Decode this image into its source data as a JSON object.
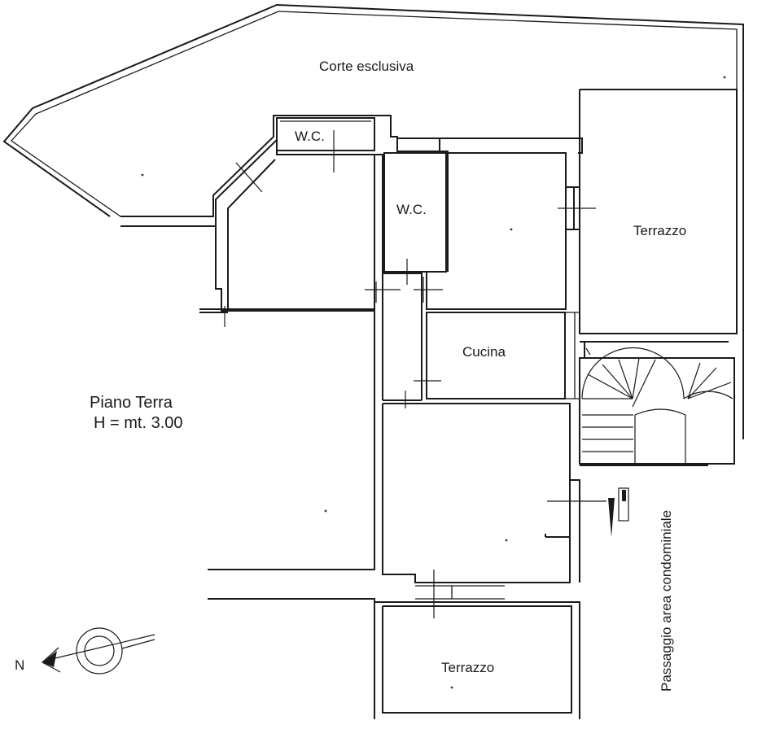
{
  "plan": {
    "labels": {
      "corte": "Corte esclusiva",
      "wc_left": "W.C.",
      "wc_center": "W.C.",
      "terrazzo_right": "Terrazzo",
      "cucina": "Cucina",
      "piano": "Piano Terra",
      "height": "H = mt. 3.00",
      "terrazzo_bottom": "Terrazzo",
      "passaggio": "Passaggio area condominiale",
      "north": "N"
    },
    "icons": {
      "compass": "north-arrow-icon",
      "stair": "spiral-stair-icon",
      "door": "door-swing-icon"
    },
    "colors": {
      "line": "#1a1a1a",
      "background": "#ffffff"
    }
  }
}
